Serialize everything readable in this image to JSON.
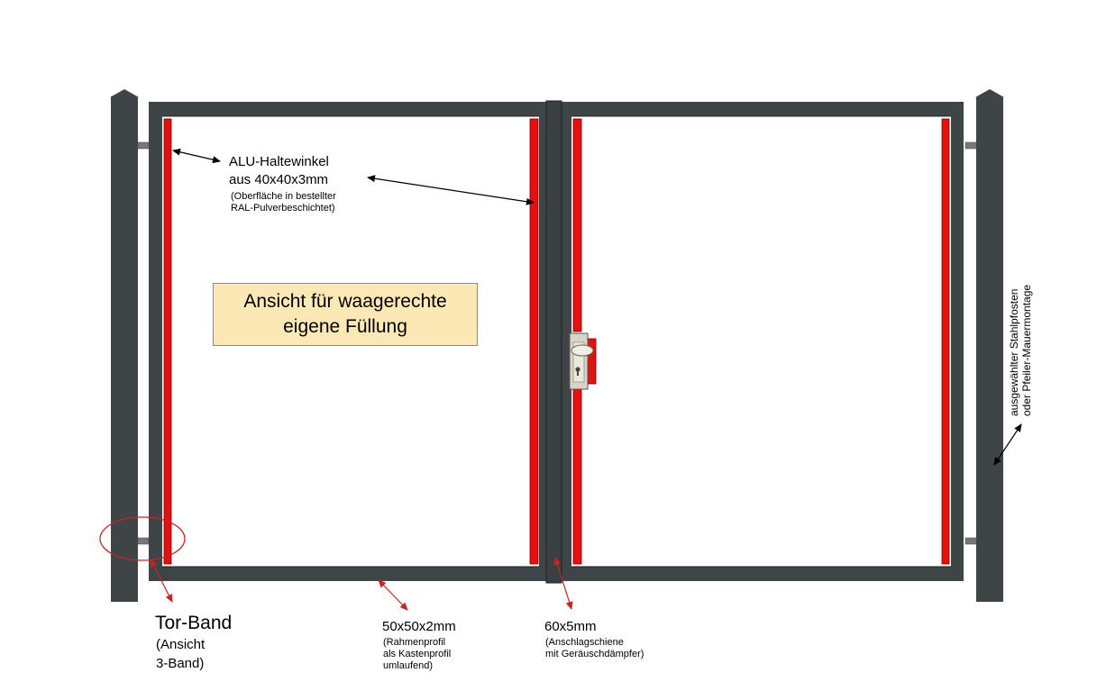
{
  "labels": {
    "alu_title": "ALU-Haltewinkel",
    "alu_size": "aus 40x40x3mm",
    "alu_note1": "(Oberfläche in bestellter",
    "alu_note2": "RAL-Pulverbeschichtet)",
    "view_line1": "Ansicht für waagerechte",
    "view_line2": "eigene Füllung",
    "hinge_title": "Tor-Band",
    "hinge_note1": "(Ansicht",
    "hinge_note2": "3-Band)",
    "frame_size": "50x50x2mm",
    "frame_note1": "(Rahmenprofil",
    "frame_note2": "als Kastenprofil",
    "frame_note3": "umlaufend)",
    "stop_size": "60x5mm",
    "stop_note1": "(Anschlagschiene",
    "stop_note2": "mit Geräuschdämpfer)",
    "post_line1": "ausgewählter Stahlpfosten",
    "post_line2": "oder Pfeiler-Mauermontage"
  },
  "colors": {
    "steel": "#3f4446",
    "bracket": "#e3110f",
    "note_fill": "#fbe8b4",
    "marker": "#cc2222",
    "background": "#ffffff"
  }
}
